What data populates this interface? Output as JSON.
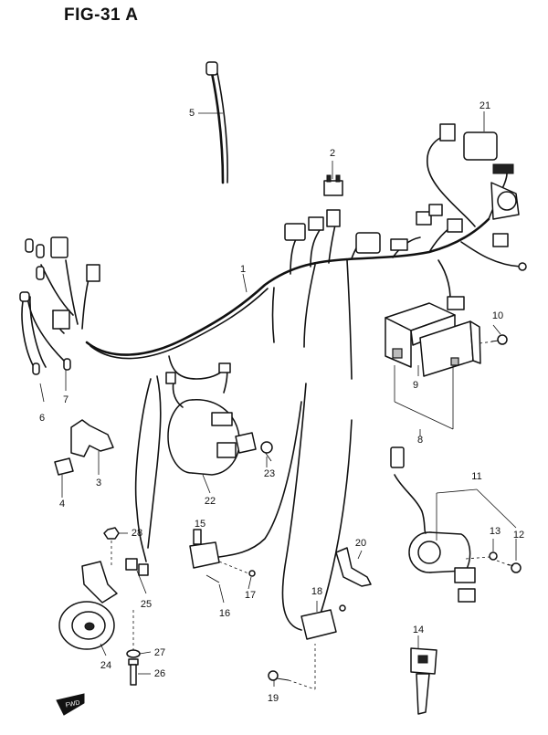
{
  "figure": {
    "title": "FIG-31 A"
  },
  "callouts": [
    {
      "id": "c1",
      "text": "1"
    },
    {
      "id": "c2",
      "text": "2"
    },
    {
      "id": "c3",
      "text": "3"
    },
    {
      "id": "c4",
      "text": "4"
    },
    {
      "id": "c5",
      "text": "5"
    },
    {
      "id": "c6",
      "text": "6"
    },
    {
      "id": "c7",
      "text": "7"
    },
    {
      "id": "c8",
      "text": "8"
    },
    {
      "id": "c9",
      "text": "9"
    },
    {
      "id": "c10",
      "text": "10"
    },
    {
      "id": "c11",
      "text": "11"
    },
    {
      "id": "c12",
      "text": "12"
    },
    {
      "id": "c13",
      "text": "13"
    },
    {
      "id": "c14",
      "text": "14"
    },
    {
      "id": "c15",
      "text": "15"
    },
    {
      "id": "c16",
      "text": "16"
    },
    {
      "id": "c17",
      "text": "17"
    },
    {
      "id": "c18",
      "text": "18"
    },
    {
      "id": "c19",
      "text": "19"
    },
    {
      "id": "c20",
      "text": "20"
    },
    {
      "id": "c21",
      "text": "21"
    },
    {
      "id": "c22",
      "text": "22"
    },
    {
      "id": "c23",
      "text": "23"
    },
    {
      "id": "c24",
      "text": "24"
    },
    {
      "id": "c25",
      "text": "25"
    },
    {
      "id": "c26",
      "text": "26"
    },
    {
      "id": "c27",
      "text": "27"
    },
    {
      "id": "c28",
      "text": "28"
    }
  ],
  "fwd_arrow": {
    "label": "FWD"
  }
}
